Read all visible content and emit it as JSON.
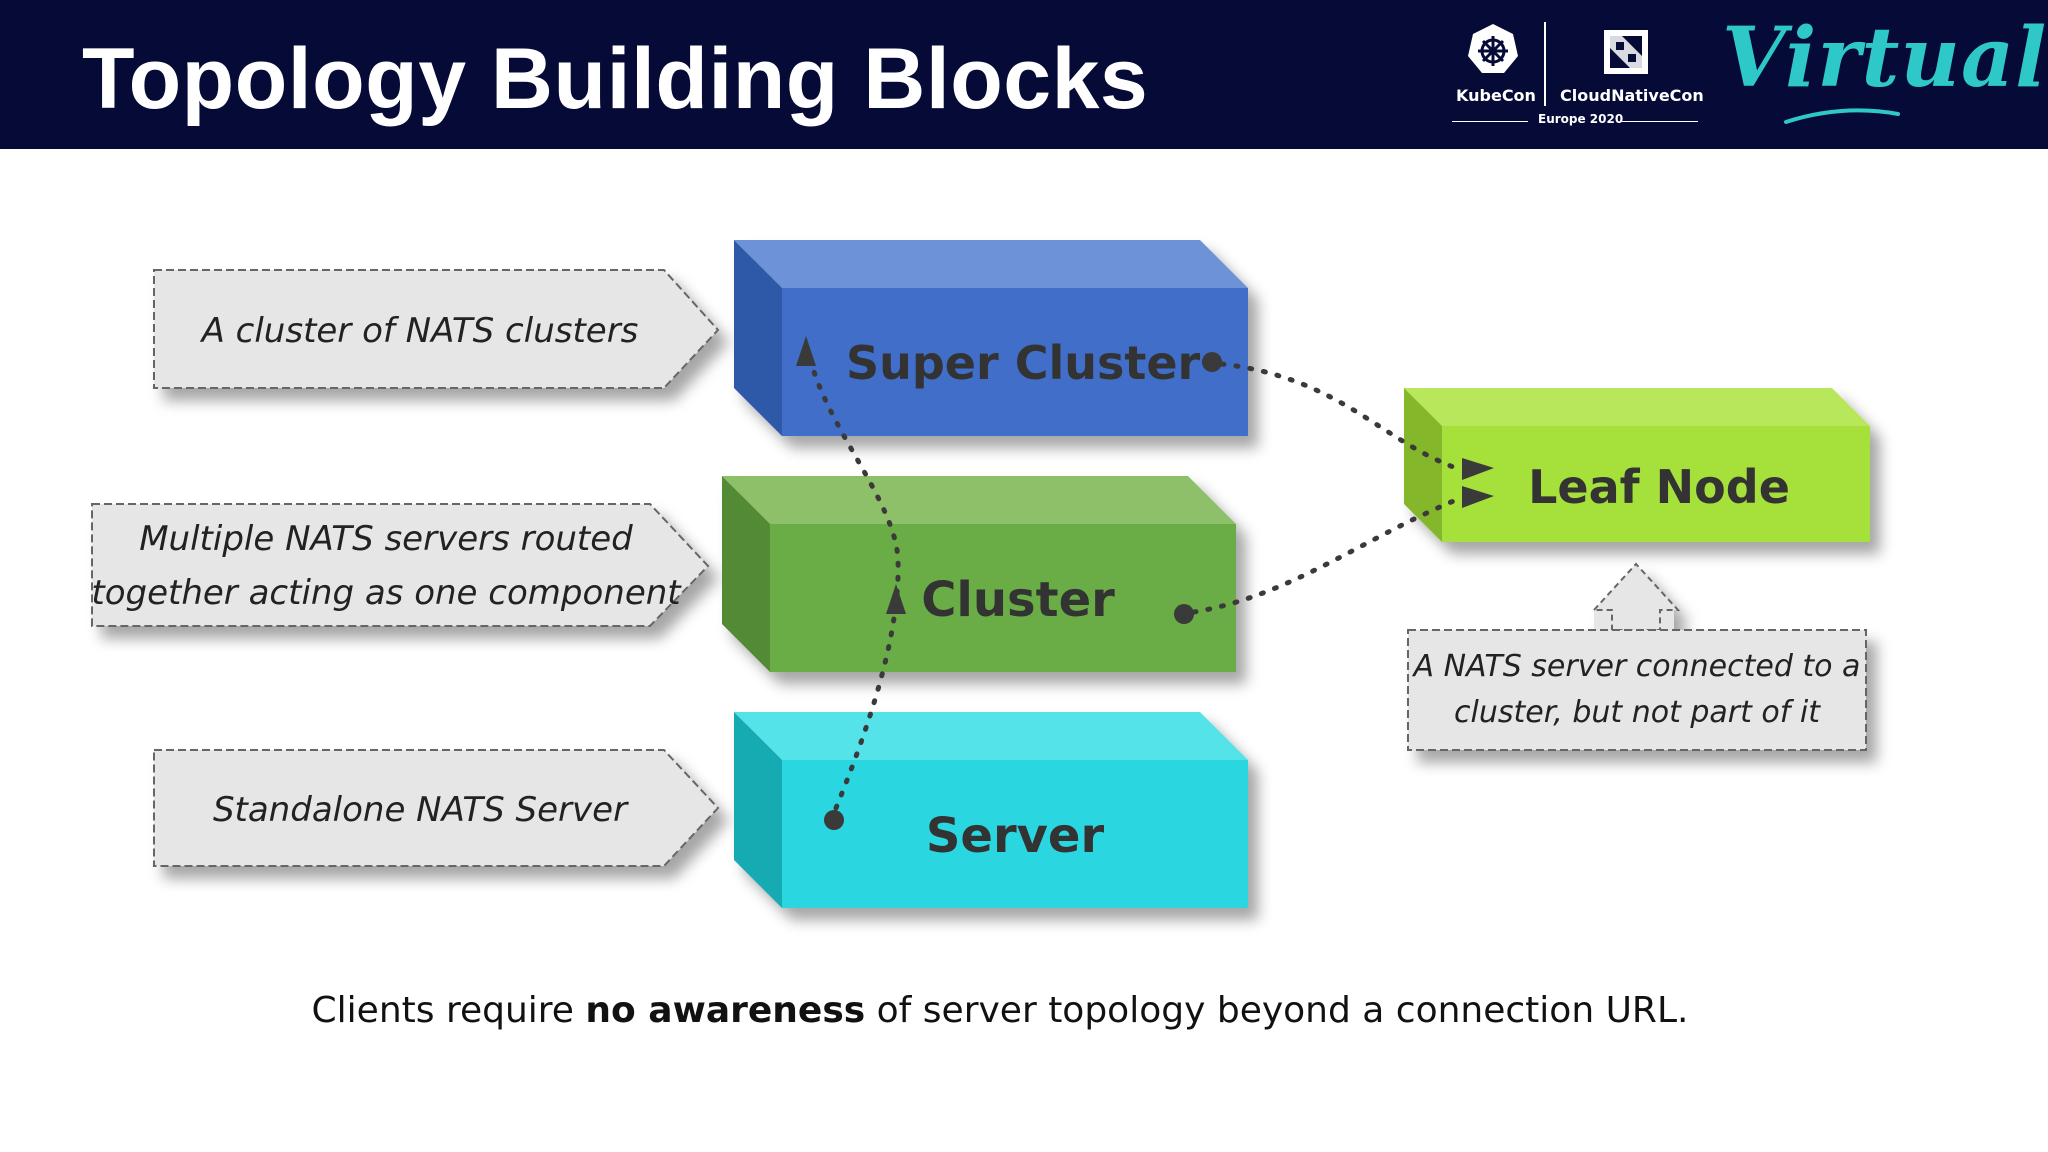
{
  "slide": {
    "title": "Topology Building Blocks",
    "logos": {
      "kubecon": "KubeCon",
      "cloudnativecon": "CloudNativeCon",
      "event": "Europe 2020",
      "virtual": "Virtual",
      "kubecon_icon": "helm-wheel-icon",
      "cncf_icon": "cncf-logo-icon"
    }
  },
  "blocks": {
    "super_cluster": {
      "label": "Super Cluster",
      "color": "#3f6ec8"
    },
    "cluster": {
      "label": "Cluster",
      "color": "#6aad46"
    },
    "server": {
      "label": "Server",
      "color": "#29d7e0"
    },
    "leaf_node": {
      "label": "Leaf Node",
      "color": "#a6e03a"
    }
  },
  "callouts": {
    "super_cluster": "A cluster of NATS clusters",
    "cluster_line1": "Multiple NATS servers routed",
    "cluster_line2": "together acting as one component",
    "server": "Standalone NATS Server",
    "leaf_line1": "A NATS server connected to a",
    "leaf_line2": "cluster, but not part of it"
  },
  "footer": {
    "before": "Clients require ",
    "bold": "no awareness",
    "after": " of server topology beyond a connection URL."
  }
}
